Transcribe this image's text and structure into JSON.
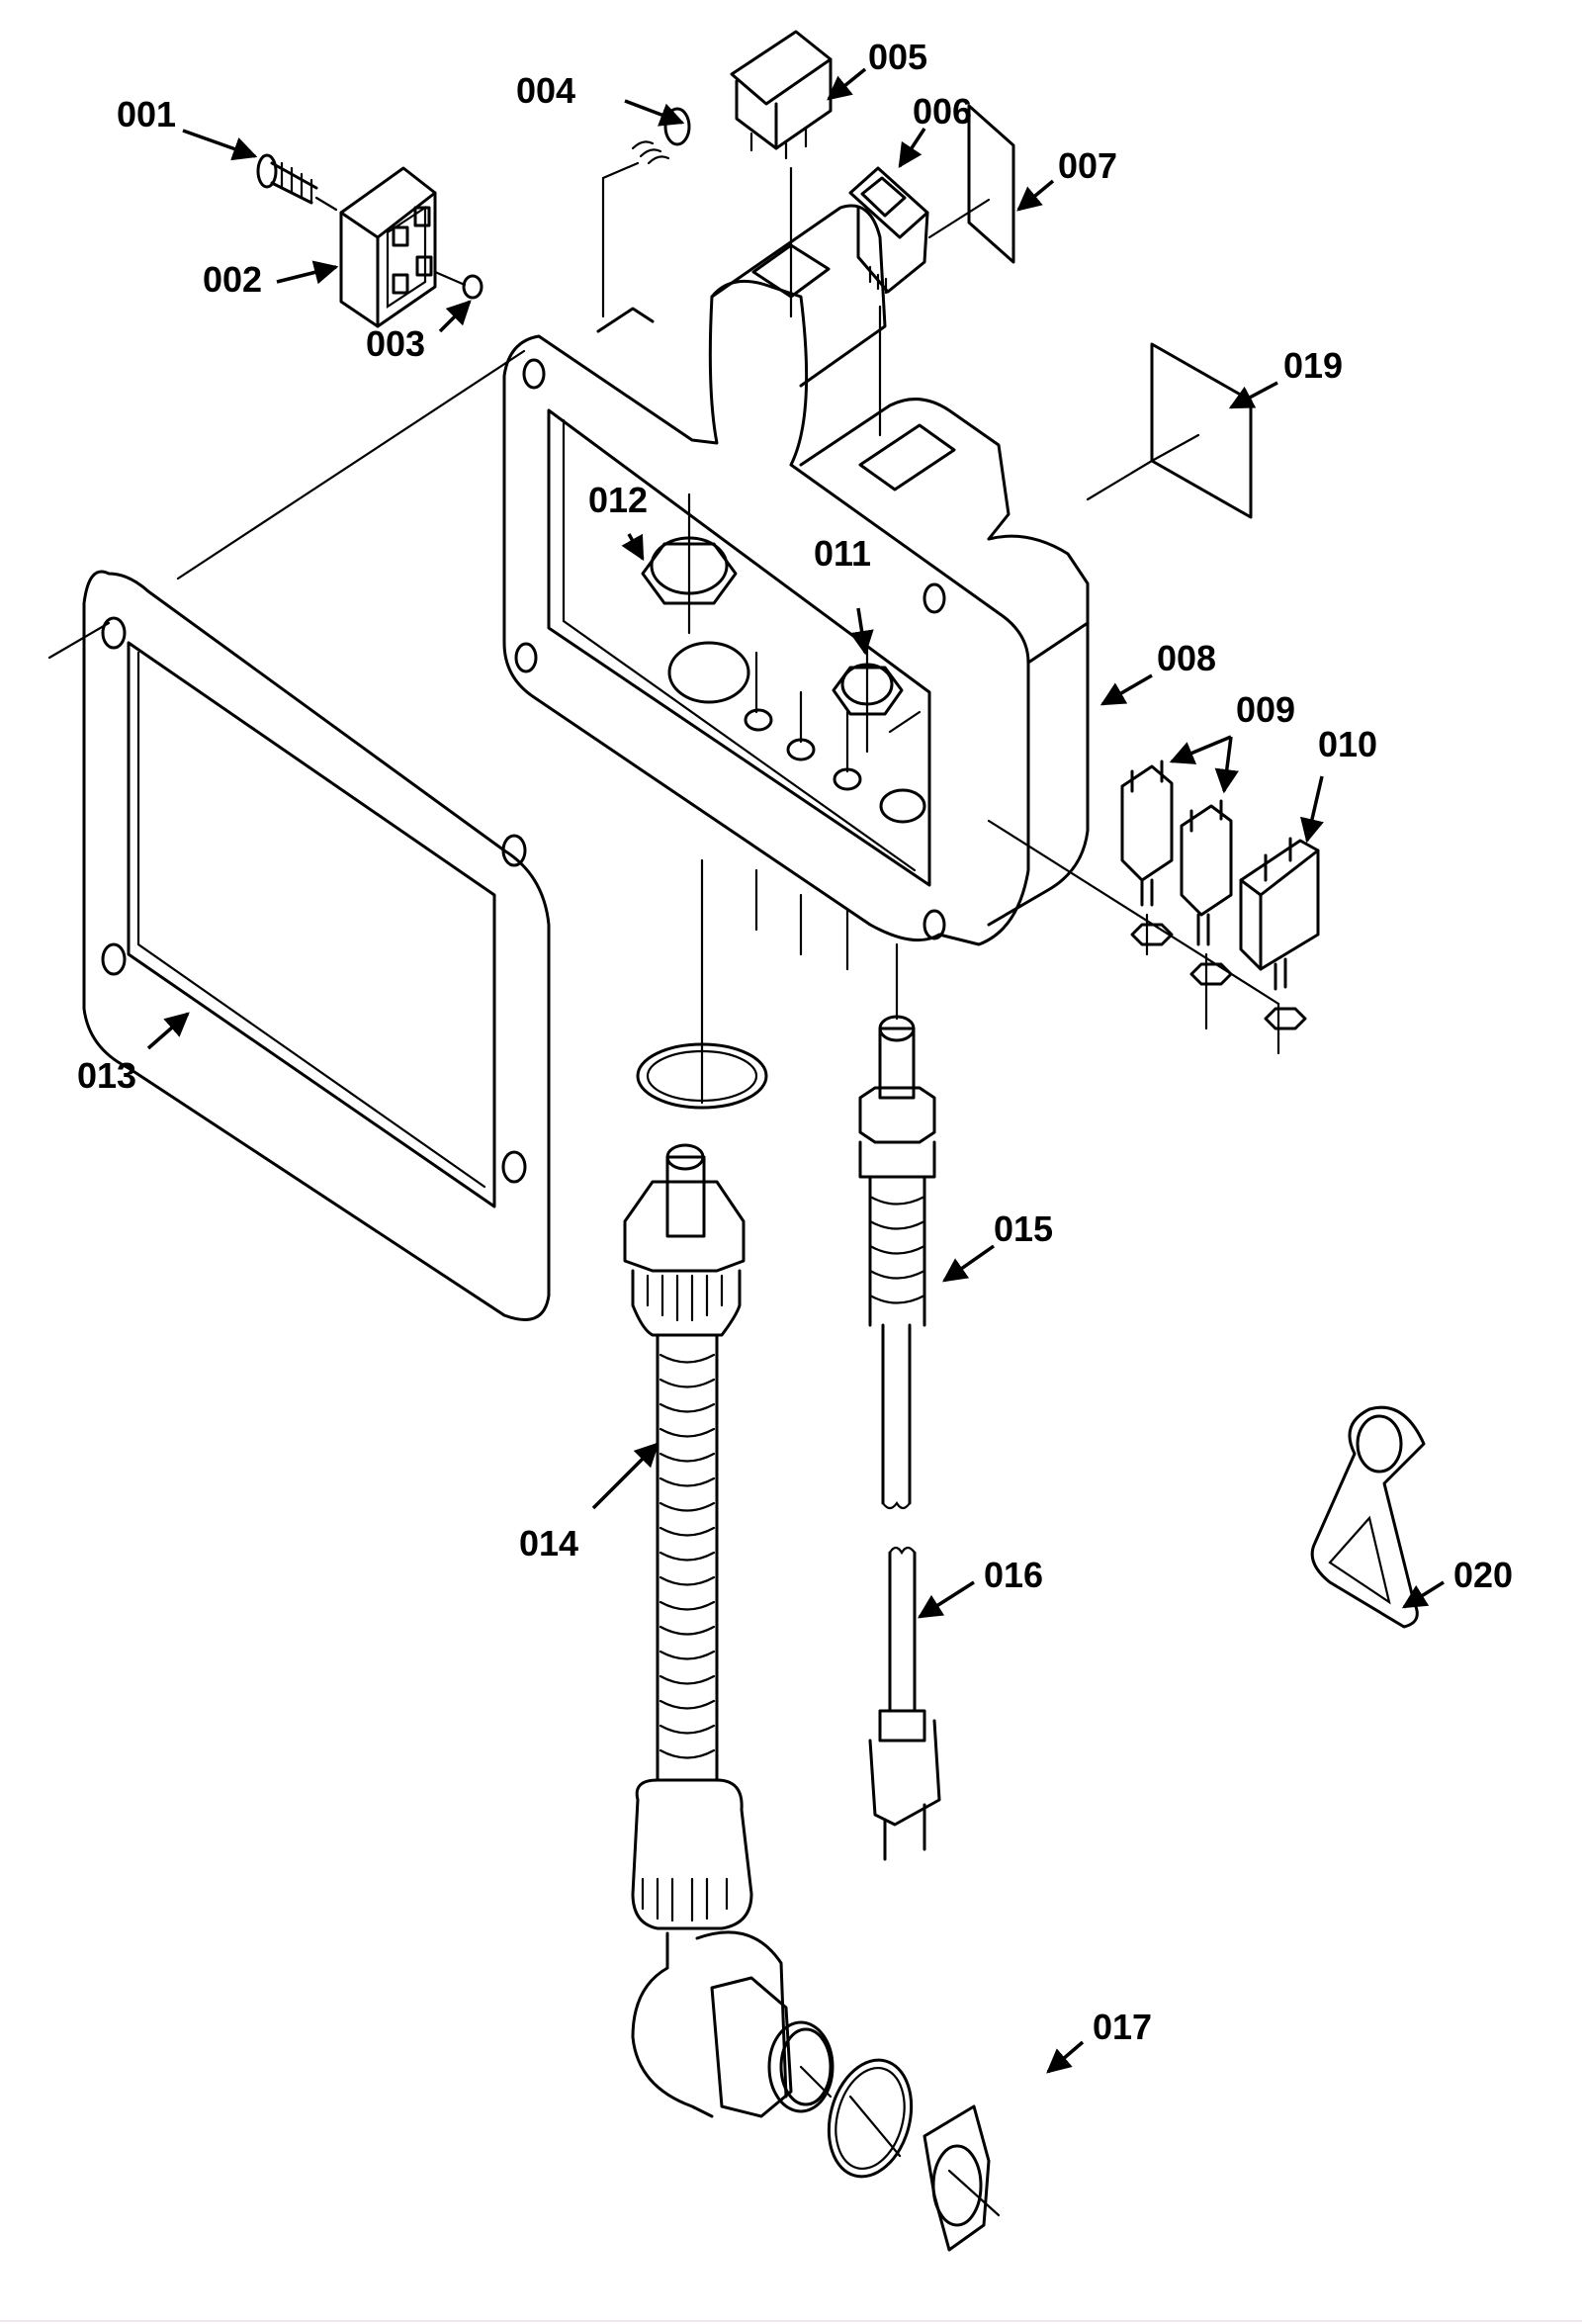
{
  "title": "Exploded parts diagram - control box assembly",
  "colors": {
    "line": "#000000",
    "background": "#ffffff"
  },
  "callouts": [
    {
      "id": "001",
      "label": "001",
      "part": "screw"
    },
    {
      "id": "002",
      "label": "002",
      "part": "terminal-block"
    },
    {
      "id": "003",
      "label": "003",
      "part": "nut"
    },
    {
      "id": "004",
      "label": "004",
      "part": "spring-button"
    },
    {
      "id": "005",
      "label": "005",
      "part": "push-switch"
    },
    {
      "id": "006",
      "label": "006",
      "part": "rocker-switch"
    },
    {
      "id": "007",
      "label": "007",
      "part": "label-plate"
    },
    {
      "id": "008",
      "label": "008",
      "part": "housing"
    },
    {
      "id": "009",
      "label": "009",
      "part": "circuit-breaker"
    },
    {
      "id": "010",
      "label": "010",
      "part": "circuit-breaker-large"
    },
    {
      "id": "011",
      "label": "011",
      "part": "small-locknut"
    },
    {
      "id": "012",
      "label": "012",
      "part": "large-locknut"
    },
    {
      "id": "013",
      "label": "013",
      "part": "gasket"
    },
    {
      "id": "014",
      "label": "014",
      "part": "conduit-elbow-assembly"
    },
    {
      "id": "015",
      "label": "015",
      "part": "strain-relief"
    },
    {
      "id": "016",
      "label": "016",
      "part": "power-cord-plug"
    },
    {
      "id": "017",
      "label": "017",
      "part": "conduit-locknut"
    },
    {
      "id": "019",
      "label": "019",
      "part": "decal"
    },
    {
      "id": "020",
      "label": "020",
      "part": "hanger-clip"
    }
  ]
}
